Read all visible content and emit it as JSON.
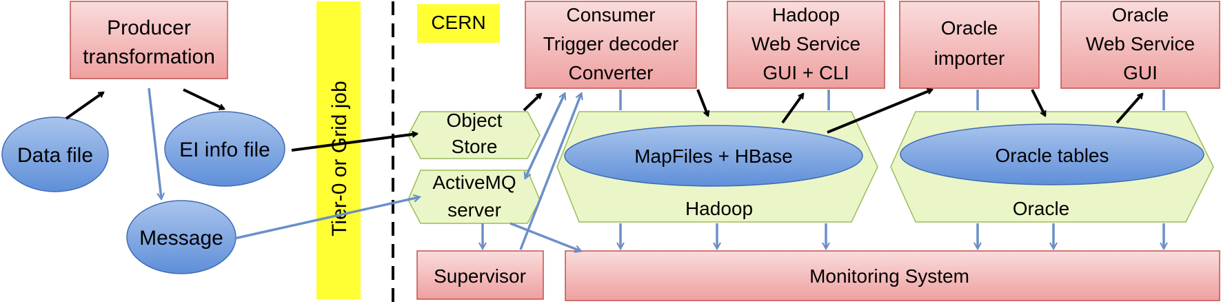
{
  "colors": {
    "box_fill_top": "#fadcdc",
    "box_fill_bottom": "#eea0a0",
    "box_stroke": "#c0504d",
    "ellipse_fill_top": "#a9c4ec",
    "ellipse_fill_bottom": "#5f8fd9",
    "ellipse_stroke": "#3e6bb4",
    "hex_fill": "#eaf6c8",
    "hex_stroke": "#9bbb59",
    "yellow": "#ffff33",
    "arrow_black": "#000000",
    "arrow_blue": "#6b8fc7"
  },
  "producer": {
    "line1": "Producer",
    "line2": "transformation"
  },
  "data_file": {
    "label": "Data file"
  },
  "ei_info_file": {
    "label": "EI info file"
  },
  "message": {
    "label": "Message"
  },
  "tier0_label": "Tier-0 or Grid job",
  "cern_label": "CERN",
  "object_store": {
    "line1": "Object",
    "line2": "Store"
  },
  "activemq": {
    "line1": "ActiveMQ",
    "line2": "server"
  },
  "consumer": {
    "line1": "Consumer",
    "line2": "Trigger decoder",
    "line3": "Converter"
  },
  "hadoop_ws": {
    "line1": "Hadoop",
    "line2": "Web Service",
    "line3": "GUI + CLI"
  },
  "oracle_importer": {
    "line1": "Oracle",
    "line2": "importer"
  },
  "oracle_ws": {
    "line1": "Oracle",
    "line2": "Web Service",
    "line3": "GUI"
  },
  "hadoop": {
    "inner": "MapFiles + HBase",
    "label": "Hadoop"
  },
  "oracle": {
    "inner": "Oracle tables",
    "label": "Oracle"
  },
  "supervisor": {
    "label": "Supervisor"
  },
  "monitoring": {
    "label": "Monitoring System"
  }
}
